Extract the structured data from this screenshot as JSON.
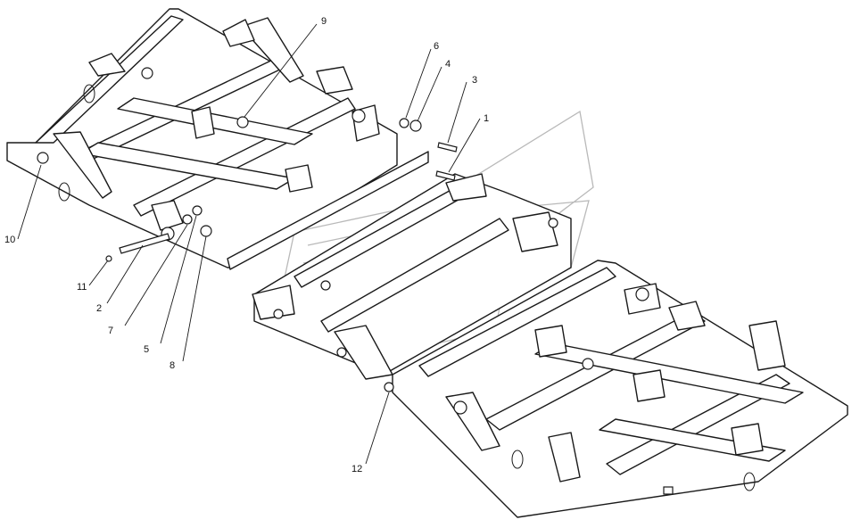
{
  "callouts": [
    {
      "id": "c1",
      "label": "1"
    },
    {
      "id": "c2",
      "label": "2"
    },
    {
      "id": "c3",
      "label": "3"
    },
    {
      "id": "c4",
      "label": "4"
    },
    {
      "id": "c5",
      "label": "5"
    },
    {
      "id": "c6",
      "label": "6"
    },
    {
      "id": "c7",
      "label": "7"
    },
    {
      "id": "c8",
      "label": "8"
    },
    {
      "id": "c9",
      "label": "9"
    },
    {
      "id": "c10",
      "label": "10"
    },
    {
      "id": "c11",
      "label": "11"
    },
    {
      "id": "c12",
      "label": "12"
    }
  ],
  "colors": {
    "line": "#1a1a1a",
    "watermark": "#b9b9b9",
    "background": "#ffffff"
  }
}
